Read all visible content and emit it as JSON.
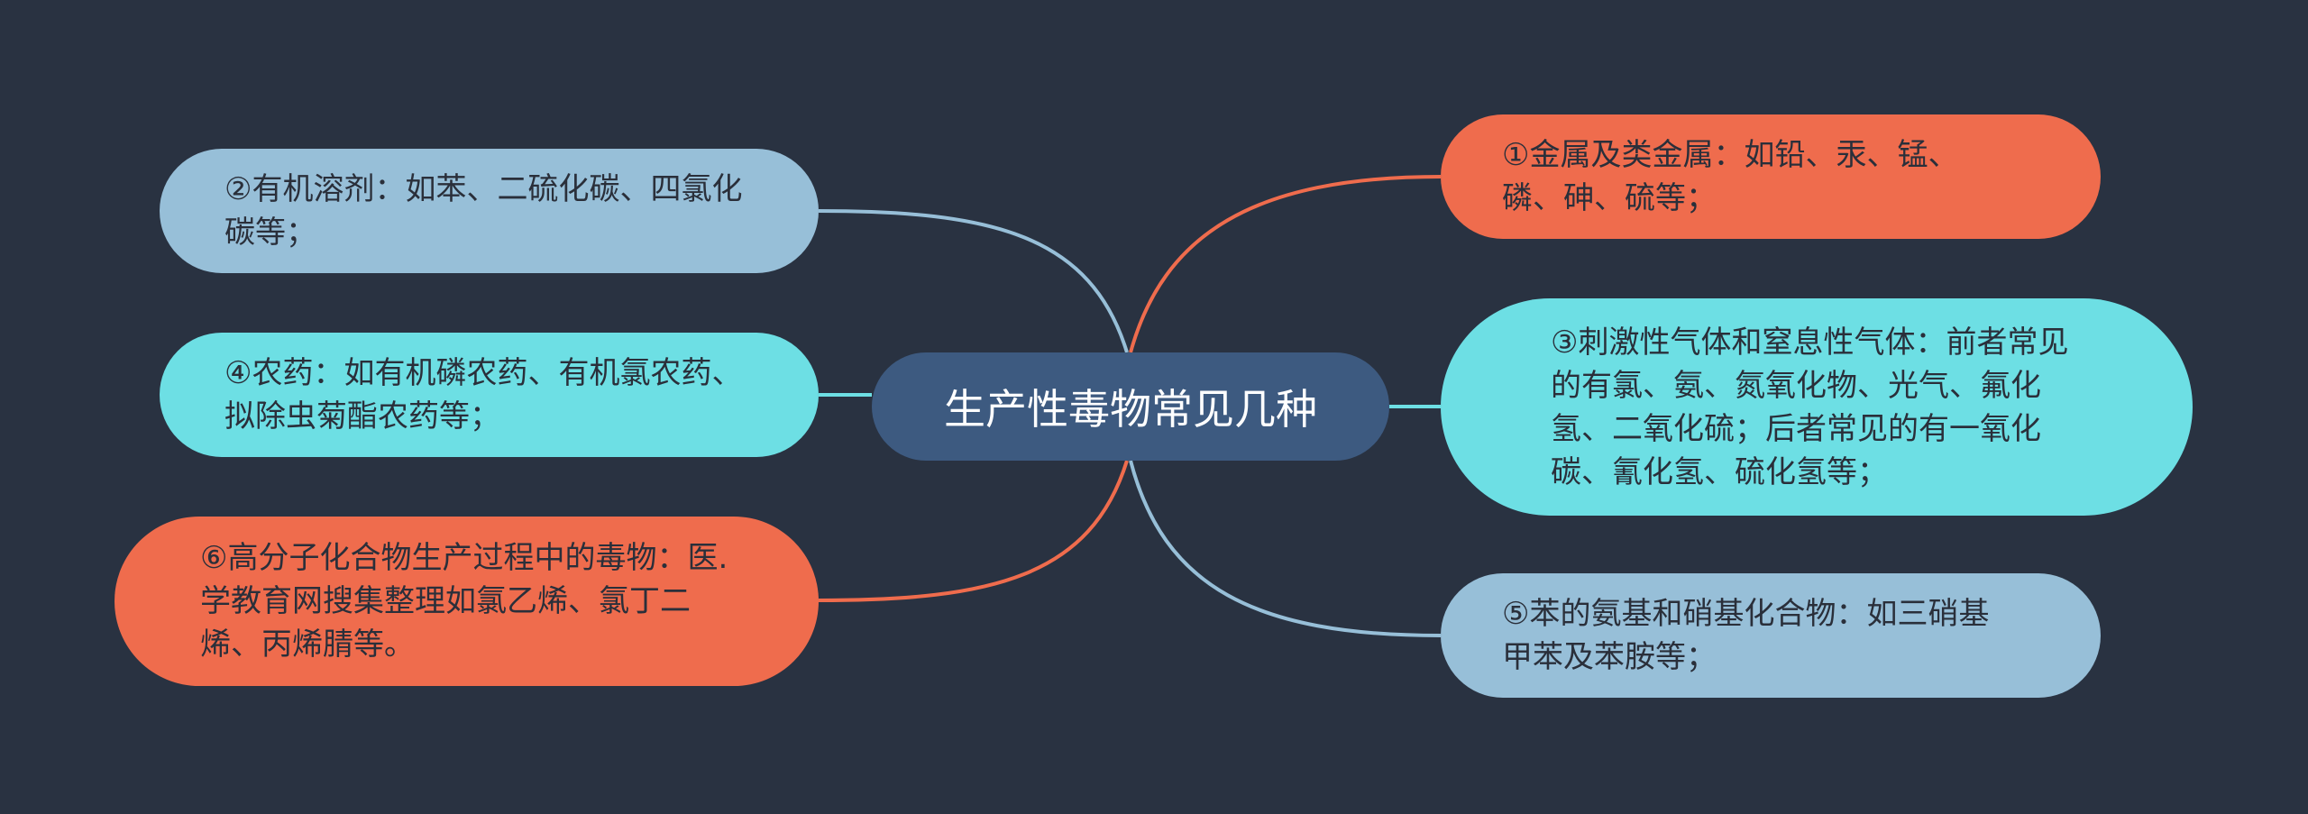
{
  "center": {
    "label": "生产性毒物常见几种"
  },
  "nodes": {
    "n1": {
      "label": "①金属及类金属：如铅、汞、锰、磷、砷、硫等；"
    },
    "n2": {
      "label": "②有机溶剂：如苯、二硫化碳、四氯化碳等；"
    },
    "n3": {
      "label": "③刺激性气体和窒息性气体：前者常见的有氯、氨、氮氧化物、光气、氟化氢、二氧化硫；后者常见的有一氧化碳、氰化氢、硫化氢等；"
    },
    "n4": {
      "label": "④农药：如有机磷农药、有机氯农药、拟除虫菊酯农药等；"
    },
    "n5": {
      "label": "⑤苯的氨基和硝基化合物：如三硝基甲苯及苯胺等；"
    },
    "n6": {
      "label": "⑥高分子化合物生产过程中的毒物：医.学教育网搜集整理如氯乙烯、氯丁二烯、丙烯腈等。"
    }
  },
  "colors": {
    "background": "#293241",
    "center": "#3d5a80",
    "blue": "#97bfd8",
    "cyan": "#6ddfe4",
    "red": "#ef6c4d"
  }
}
